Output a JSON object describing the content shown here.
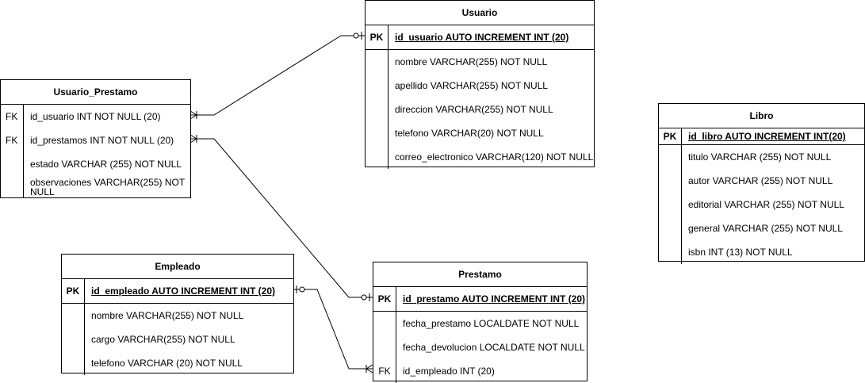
{
  "entities": {
    "usuario": {
      "title": "Usuario",
      "pk": {
        "key": "PK",
        "field": "id_usuario AUTO INCREMENT INT (20)"
      },
      "fields": [
        "nombre VARCHAR(255) NOT NULL",
        "apellido VARCHAR(255) NOT NULL",
        "direccion VARCHAR(255) NOT NULL",
        "telefono VARCHAR(20) NOT NULL",
        "correo_electronico VARCHAR(120) NOT NULL"
      ]
    },
    "usuario_prestamo": {
      "title": "Usuario_Prestamo",
      "rows": [
        {
          "key": "FK",
          "field": "id_usuario  INT NOT NULL (20)"
        },
        {
          "key": "FK",
          "field": "id_prestamos INT NOT NULL (20)"
        },
        {
          "key": "",
          "field": "estado VARCHAR (255) NOT NULL"
        },
        {
          "key": "",
          "field": "observaciones VARCHAR(255) NOT NULL"
        }
      ]
    },
    "libro": {
      "title": "Libro",
      "pk": {
        "key": "PK",
        "field": "id_libro AUTO INCREMENT INT(20)"
      },
      "fields": [
        "titulo VARCHAR (255) NOT NULL",
        "autor VARCHAR (255) NOT NULL",
        "editorial VARCHAR (255) NOT NULL",
        "general VARCHAR (255) NOT NULL",
        "isbn INT (13) NOT NULL"
      ]
    },
    "empleado": {
      "title": "Empleado",
      "pk": {
        "key": "PK",
        "field": "id_empleado AUTO INCREMENT INT (20)"
      },
      "fields": [
        "nombre VARCHAR(255) NOT NULL",
        "cargo VARCHAR(255) NOT NULL",
        "telefono VARCHAR (20) NOT NULL"
      ]
    },
    "prestamo": {
      "title": "Prestamo",
      "pk": {
        "key": "PK",
        "field": "id_prestamo AUTO INCREMENT INT (20)"
      },
      "fields": [
        "fecha_prestamo LOCALDATE NOT NULL",
        "fecha_devolucion LOCALDATE NOT NULL"
      ],
      "fk": {
        "key": "FK",
        "field": "id_empleado INT (20)"
      }
    }
  },
  "relationships": [
    {
      "from": "Usuario_Prestamo.id_usuario",
      "to": "Usuario.id_usuario",
      "from_end": "many",
      "to_end": "zero-or-one"
    },
    {
      "from": "Usuario_Prestamo.id_prestamos",
      "to": "Prestamo.id_prestamo",
      "from_end": "many",
      "to_end": "zero-or-one"
    },
    {
      "from": "Empleado.id_empleado",
      "to": "Prestamo.id_empleado",
      "from_end": "one-or-zero",
      "to_end": "many"
    }
  ]
}
